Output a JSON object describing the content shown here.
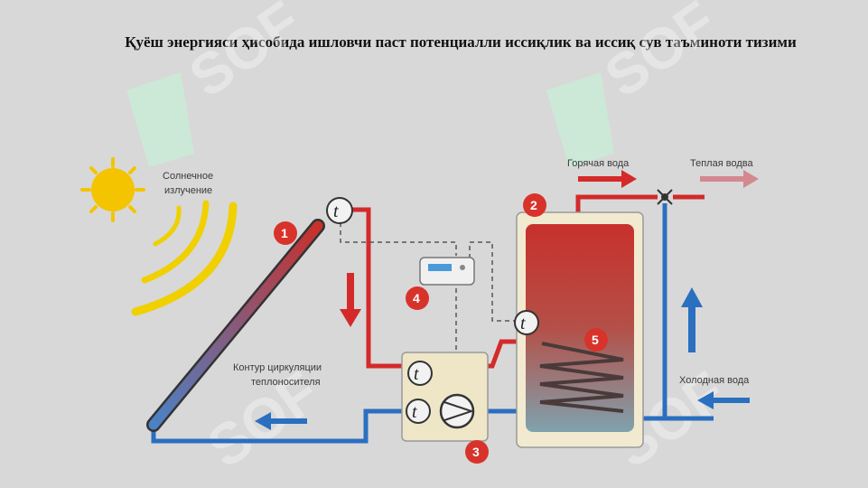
{
  "title": "Қуёш энергияси ҳисобида ишловчи паст потенциалли иссиқлик ва иссиқ сув таъминоти тизими",
  "labels": {
    "solar": [
      "Солнечное",
      "излучение"
    ],
    "hot_water": "Горячая вода",
    "warm_water": "Теплая водва",
    "loop": [
      "Контур циркуляции",
      "теплоносителя"
    ],
    "cold_water": "Холодная вода"
  },
  "markers": {
    "m1": "1",
    "m2": "2",
    "m3": "3",
    "m4": "4",
    "m5": "5"
  },
  "temp_symbol": "t",
  "watermark": "SOF",
  "colors": {
    "hot": "#d42a2a",
    "cold": "#2a6fc0",
    "sun": "#f5c400",
    "badge": "#d8332b",
    "tank_top": "#c8302c",
    "tank_bottom": "#8aa6b0",
    "frame": "#efe6c8"
  }
}
